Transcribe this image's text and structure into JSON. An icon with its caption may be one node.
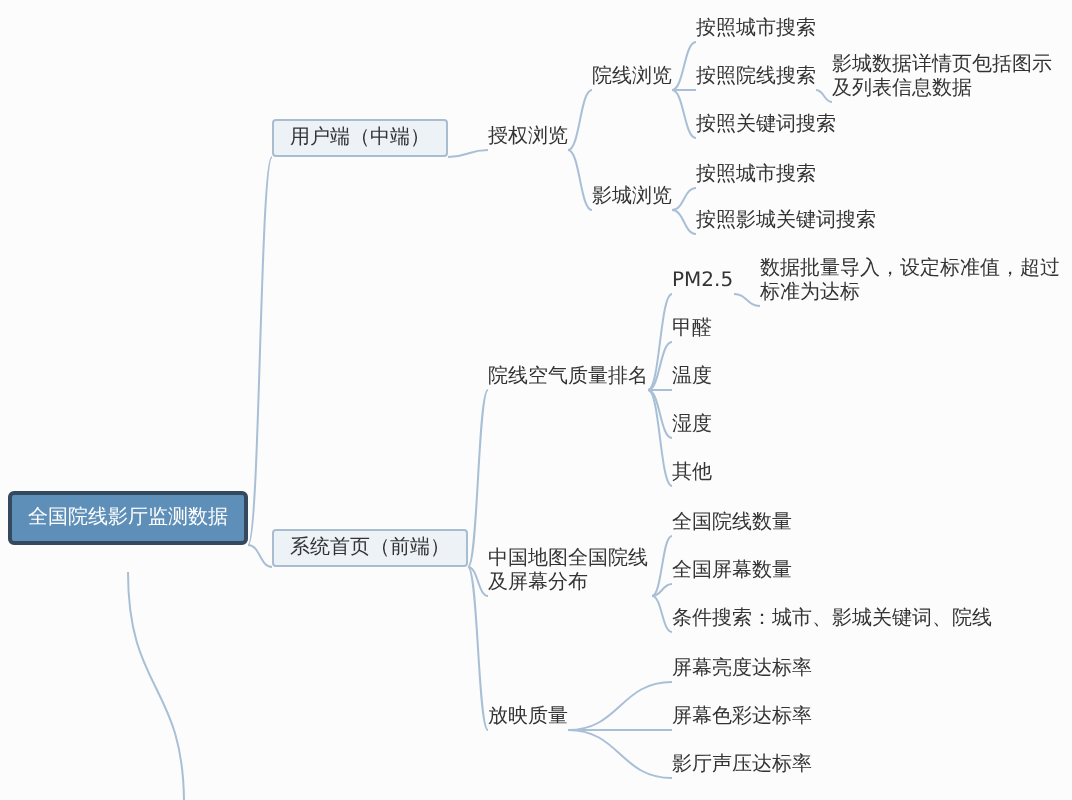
{
  "diagram": {
    "nodes": [
      {
        "text": [
          "全国院线影厅监测数据"
        ]
      },
      {
        "text": [
          "用户端（中端）"
        ]
      },
      {
        "text": [
          "授权浏览"
        ]
      },
      {
        "text": [
          "院线浏览"
        ]
      },
      {
        "text": [
          "按照城市搜索"
        ]
      },
      {
        "text": [
          "按照院线搜索"
        ]
      },
      {
        "text": [
          "影城数据详情页包括图示及列表信息数据"
        ]
      },
      {
        "text": [
          "按照关键词搜索"
        ]
      },
      {
        "text": [
          "影城浏览"
        ]
      },
      {
        "text": [
          "按照城市搜索"
        ]
      },
      {
        "text": [
          "按照影城关键词搜索"
        ]
      },
      {
        "text": [
          "系统首页（前端）"
        ]
      },
      {
        "text": [
          "院线空气质量排名"
        ]
      },
      {
        "text": [
          "PM2.5"
        ]
      },
      {
        "text": [
          "数据批量导入，设定标准值，超过标准为达标"
        ]
      },
      {
        "text": [
          "甲醛"
        ]
      },
      {
        "text": [
          "温度"
        ]
      },
      {
        "text": [
          "湿度"
        ]
      },
      {
        "text": [
          "其他"
        ]
      },
      {
        "text": [
          "中国地图全国院线及屏幕分布"
        ]
      },
      {
        "text": [
          "全国院线数量"
        ]
      },
      {
        "text": [
          "全国屏幕数量"
        ]
      },
      {
        "text": [
          "条件搜索：城市、影城关键词、院线"
        ]
      },
      {
        "text": [
          "放映质量"
        ]
      },
      {
        "text": [
          "屏幕亮度达标率"
        ]
      },
      {
        "text": [
          "屏幕色彩达标率"
        ]
      },
      {
        "text": [
          "影厅声压达标率"
        ]
      }
    ],
    "edges": [
      {
        "from": 0,
        "to": 1,
        "arrow": "none"
      },
      {
        "from": 1,
        "to": 2,
        "arrow": "none"
      },
      {
        "from": 2,
        "to": 3,
        "arrow": "none"
      },
      {
        "from": 3,
        "to": 4,
        "arrow": "none"
      },
      {
        "from": 3,
        "to": 5,
        "arrow": "none"
      },
      {
        "from": 5,
        "to": 6,
        "arrow": "none"
      },
      {
        "from": 3,
        "to": 7,
        "arrow": "none"
      },
      {
        "from": 2,
        "to": 8,
        "arrow": "none"
      },
      {
        "from": 8,
        "to": 9,
        "arrow": "none"
      },
      {
        "from": 8,
        "to": 10,
        "arrow": "none"
      },
      {
        "from": 0,
        "to": 11,
        "arrow": "none"
      },
      {
        "from": 11,
        "to": 12,
        "arrow": "none"
      },
      {
        "from": 12,
        "to": 13,
        "arrow": "none"
      },
      {
        "from": 13,
        "to": 14,
        "arrow": "none"
      },
      {
        "from": 12,
        "to": 15,
        "arrow": "none"
      },
      {
        "from": 12,
        "to": 16,
        "arrow": "none"
      },
      {
        "from": 12,
        "to": 17,
        "arrow": "none"
      },
      {
        "from": 12,
        "to": 18,
        "arrow": "none"
      },
      {
        "from": 11,
        "to": 19,
        "arrow": "none"
      },
      {
        "from": 19,
        "to": 20,
        "arrow": "none"
      },
      {
        "from": 19,
        "to": 21,
        "arrow": "none"
      },
      {
        "from": 19,
        "to": 22,
        "arrow": "none"
      },
      {
        "from": 11,
        "to": 23,
        "arrow": "none"
      },
      {
        "from": 23,
        "to": 24,
        "arrow": "none"
      },
      {
        "from": 23,
        "to": 25,
        "arrow": "none"
      },
      {
        "from": 23,
        "to": 26,
        "arrow": "none"
      },
      {
        "from": 0,
        "to": null,
        "arrow": "none"
      }
    ]
  }
}
